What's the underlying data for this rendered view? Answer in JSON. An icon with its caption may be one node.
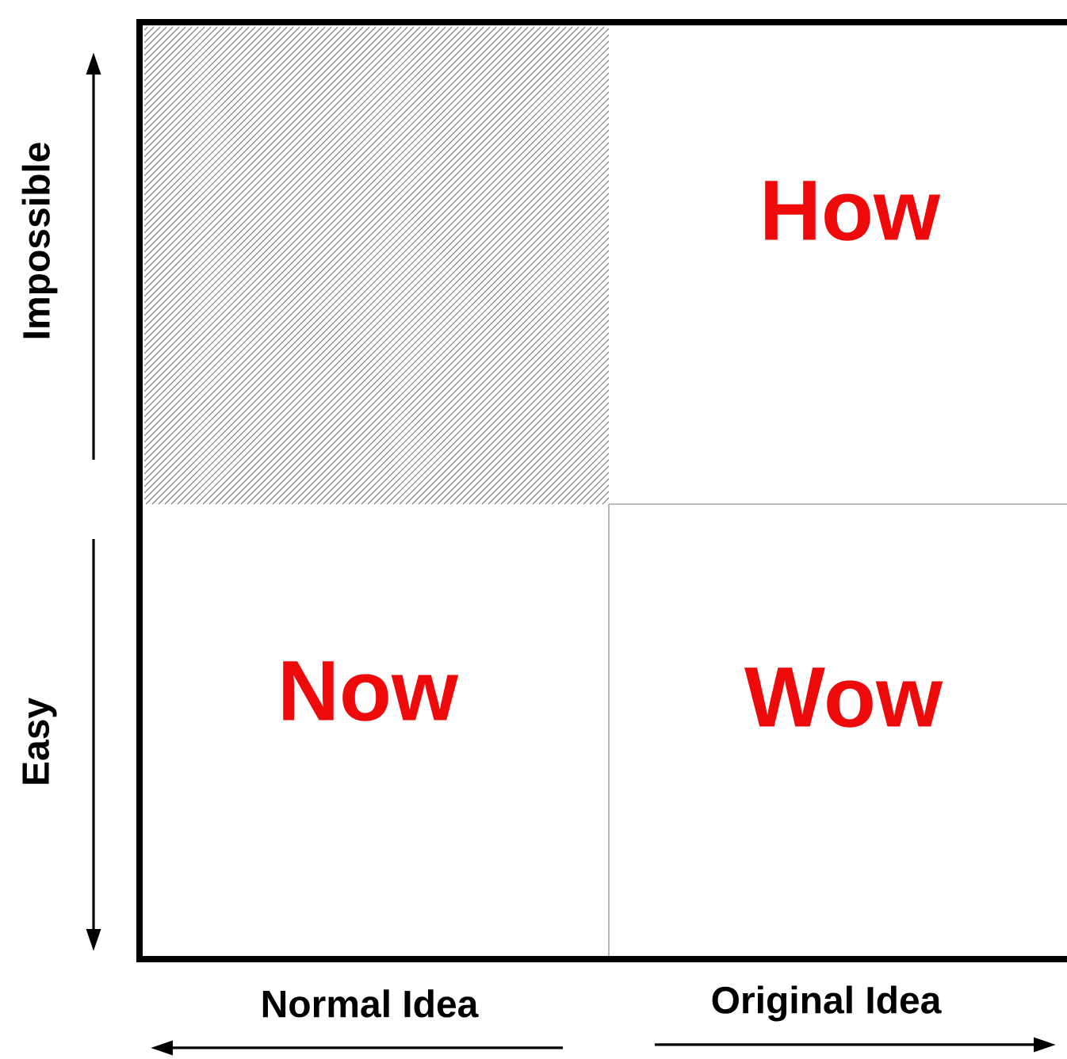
{
  "diagram": {
    "nodes": [
      {
        "text": [],
        "shape": "box"
      },
      {
        "text": [
          "How"
        ]
      },
      {
        "text": [
          "Now"
        ]
      },
      {
        "text": [
          "Wow"
        ]
      }
    ],
    "labels": [
      "Impossible",
      "Easy",
      "Normal Idea",
      "Original Idea"
    ]
  }
}
